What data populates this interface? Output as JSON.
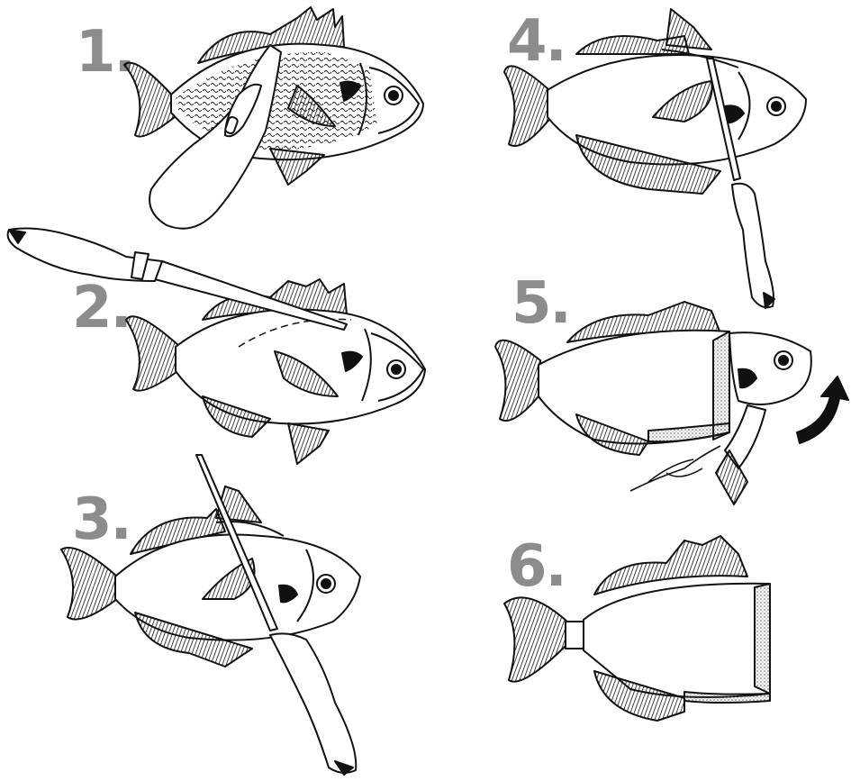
{
  "steps": [
    {
      "label": "1."
    },
    {
      "label": "2."
    },
    {
      "label": "3."
    },
    {
      "label": "4."
    },
    {
      "label": "5."
    },
    {
      "label": "6."
    }
  ],
  "colors": {
    "number": "#8c8c8c",
    "line": "#111111",
    "fill": "#ffffff",
    "shade": "#777777"
  },
  "icons": [
    "fish-scaler-icon",
    "fillet-knife-icon",
    "rotate-arrow-icon"
  ]
}
